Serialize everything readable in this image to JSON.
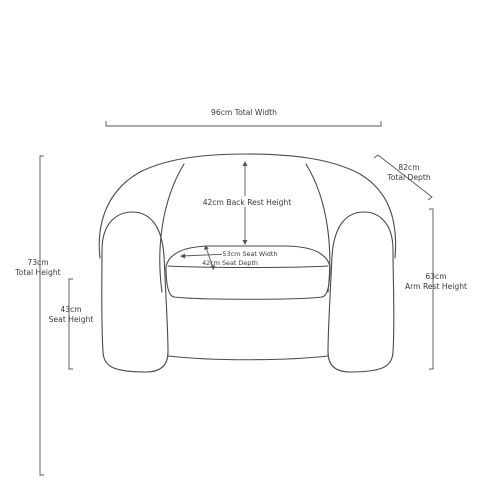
{
  "dimensions": {
    "total_width": {
      "value": "96cm",
      "label": "Total Width"
    },
    "total_depth": {
      "value": "82cm",
      "label": "Total Depth"
    },
    "total_height": {
      "value": "73cm",
      "label": "Total Height"
    },
    "seat_height": {
      "value": "43cm",
      "label": "Seat Height"
    },
    "back_rest_height": {
      "value": "42cm",
      "label": "Back Rest Height"
    },
    "seat_width": {
      "value": "53cm",
      "label": "Seat Width"
    },
    "seat_depth": {
      "value": "42cm",
      "label": "Seat Depth"
    },
    "arm_rest_height": {
      "value": "63cm",
      "label": "Arm Rest Height"
    }
  },
  "colors": {
    "line": "#4a4a4a",
    "text": "#3a3a3a",
    "background": "#ffffff"
  }
}
